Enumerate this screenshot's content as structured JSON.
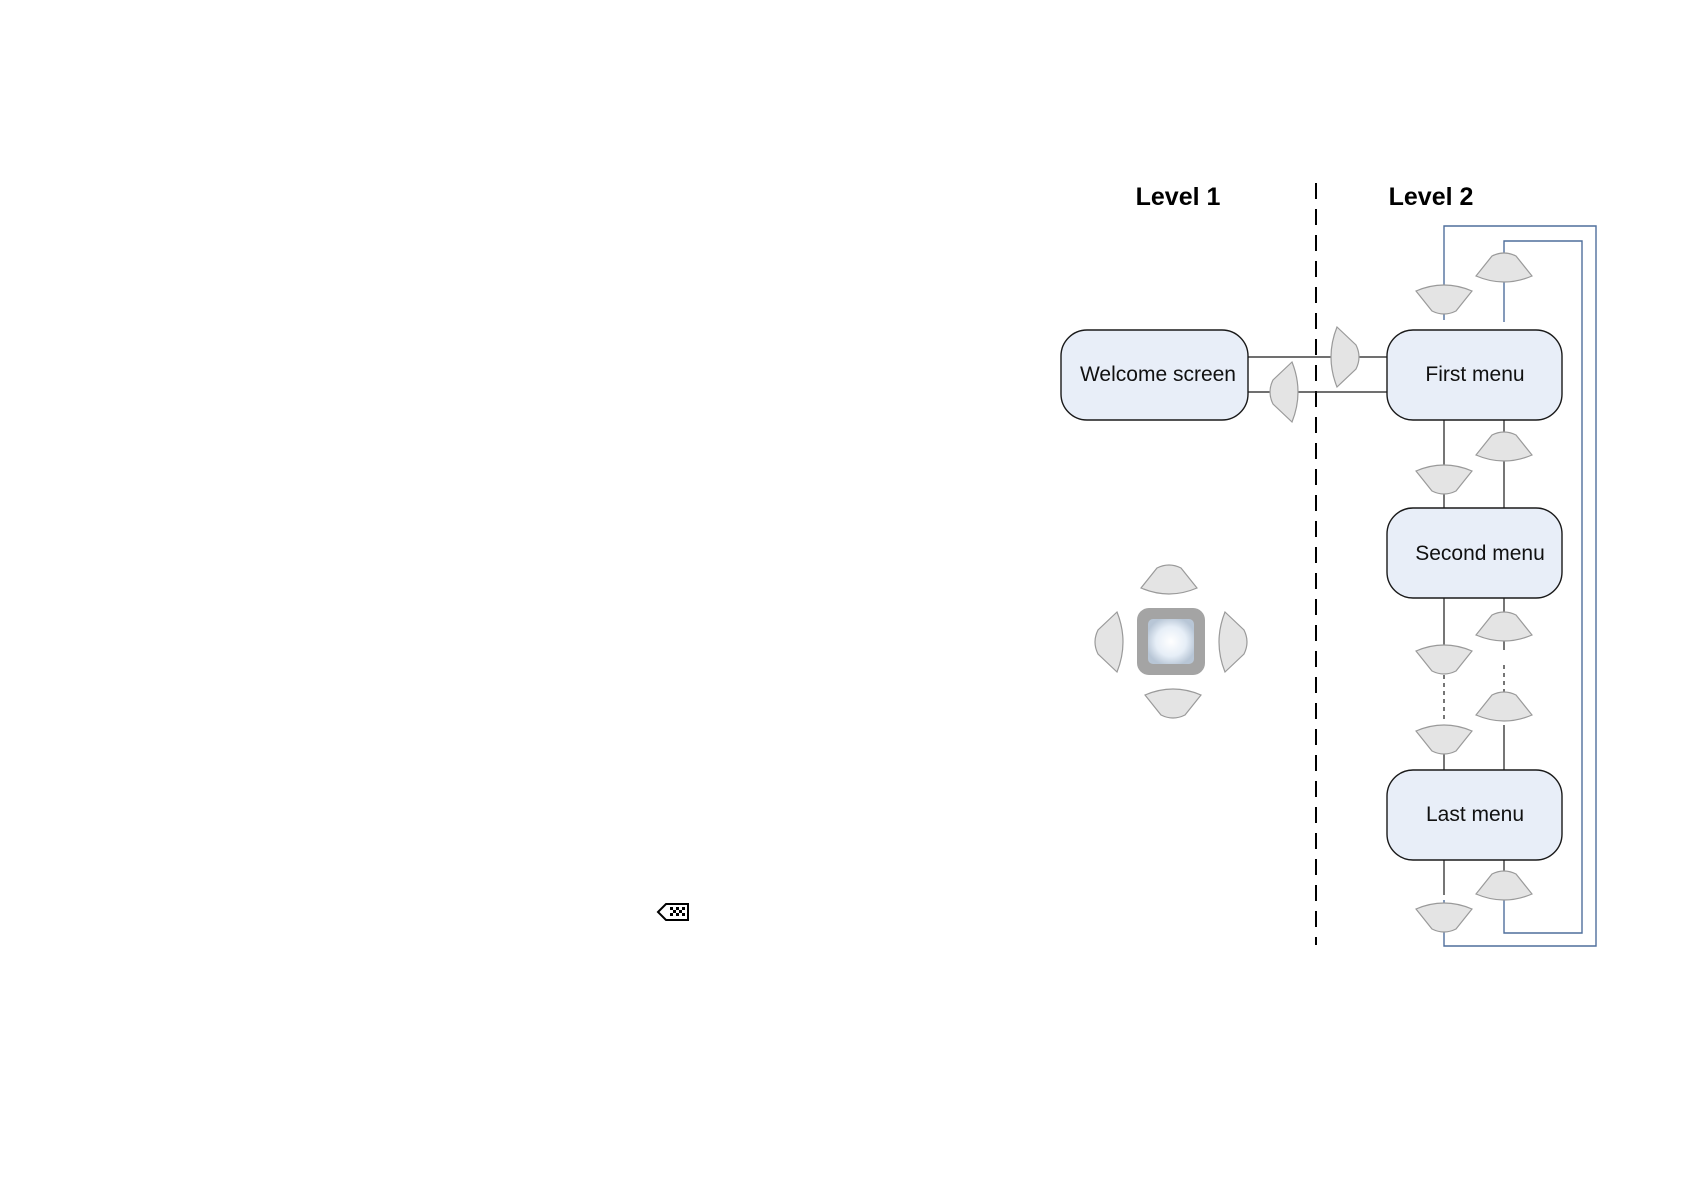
{
  "diagram": {
    "levels": [
      {
        "label": "Level 1"
      },
      {
        "label": "Level 2"
      }
    ],
    "screens": {
      "welcome": "Welcome screen",
      "first_menu": "First menu",
      "second_menu": "Second menu",
      "last_menu": "Last menu"
    },
    "keypad_icons": [
      "up-arrow-key",
      "down-arrow-key",
      "left-arrow-key",
      "right-arrow-key",
      "ok-key"
    ],
    "footer_icon": "backspace-icon",
    "colors": {
      "box_fill": "#e8eef8",
      "key_fill": "#e4e4e4",
      "loop_line": "#4f6f9c"
    }
  }
}
